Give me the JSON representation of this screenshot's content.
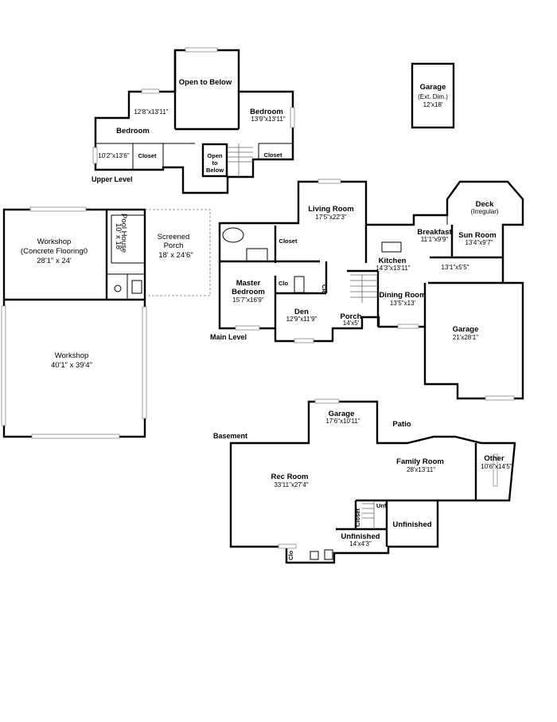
{
  "sections": {
    "upper": "Upper Level",
    "main": "Main Level",
    "basement": "Basement"
  },
  "upper": {
    "open_to_below": "Open to Below",
    "bedroom_left": {
      "name": "Bedroom",
      "dim_top": "12'8\"x13'11\"",
      "dim_bottom": "10'2\"x13'6\""
    },
    "closet_left": "Closet",
    "open_to_below_small": [
      "Open",
      "to",
      "Below"
    ],
    "bedroom_right": {
      "name": "Bedroom",
      "dim": "13'9\"x13'11\""
    },
    "closet_right": "Closet"
  },
  "detached_garage": {
    "name": "Garage",
    "note": "(Ext. Dim.)",
    "dim": "12'x18'"
  },
  "outbuildings": {
    "workshop_top": {
      "name": "Workshop",
      "note": "(Concrete Flooring0",
      "dim": "28'1\" x 24'"
    },
    "pool_house": {
      "name": "Pool House",
      "dim": "10' x 18'"
    },
    "screened_porch": {
      "name": "Screened",
      "name2": "Porch",
      "dim": "18' x 24'6\""
    },
    "workshop_bottom": {
      "name": "Workshop",
      "dim": "40'1\" x 39'4\""
    }
  },
  "main": {
    "living_room": {
      "name": "Living Room",
      "dim": "17'5\"x22'3\""
    },
    "closet": "Closet",
    "master_bedroom": {
      "name": "Master",
      "name2": "Bedroom",
      "dim": "15'7\"x16'9\""
    },
    "clo_a": "Clo",
    "clo_b": "Clo",
    "den": {
      "name": "Den",
      "dim": "12'9\"x11'9\""
    },
    "porch": {
      "name": "Porch",
      "dim": "14'x5'"
    },
    "kitchen": {
      "name": "Kitchen",
      "dim": "14'3\"x13'11\""
    },
    "dining_room": {
      "name": "Dining Room",
      "dim": "13'5\"x13'"
    },
    "breakfast": {
      "name": "Breakfast",
      "dim": "11'1\"x9'9\""
    },
    "deck": {
      "name": "Deck",
      "note": "(Irregular)"
    },
    "sun_room": {
      "name": "Sun Room",
      "dim": "13'4\"x9'7\""
    },
    "small_room_dim": "13'1\"x5'5\"",
    "garage": {
      "name": "Garage",
      "dim": "21'x28'1\""
    }
  },
  "basement": {
    "garage": {
      "name": "Garage",
      "dim": "17'6\"x10'11\""
    },
    "patio": "Patio",
    "family_room": {
      "name": "Family Room",
      "dim": "28'x13'11\""
    },
    "other": {
      "name": "Other",
      "dim": "10'6\"x14'5\""
    },
    "rec_room": {
      "name": "Rec Room",
      "dim": "33'11\"x27'4\""
    },
    "unf_small": "Unf",
    "closet": "Closet",
    "unfinished_right": "Unfinished",
    "unfinished_small": {
      "name": "Unfinished",
      "dim": "14'x4'3\""
    },
    "clo": "Clo"
  }
}
